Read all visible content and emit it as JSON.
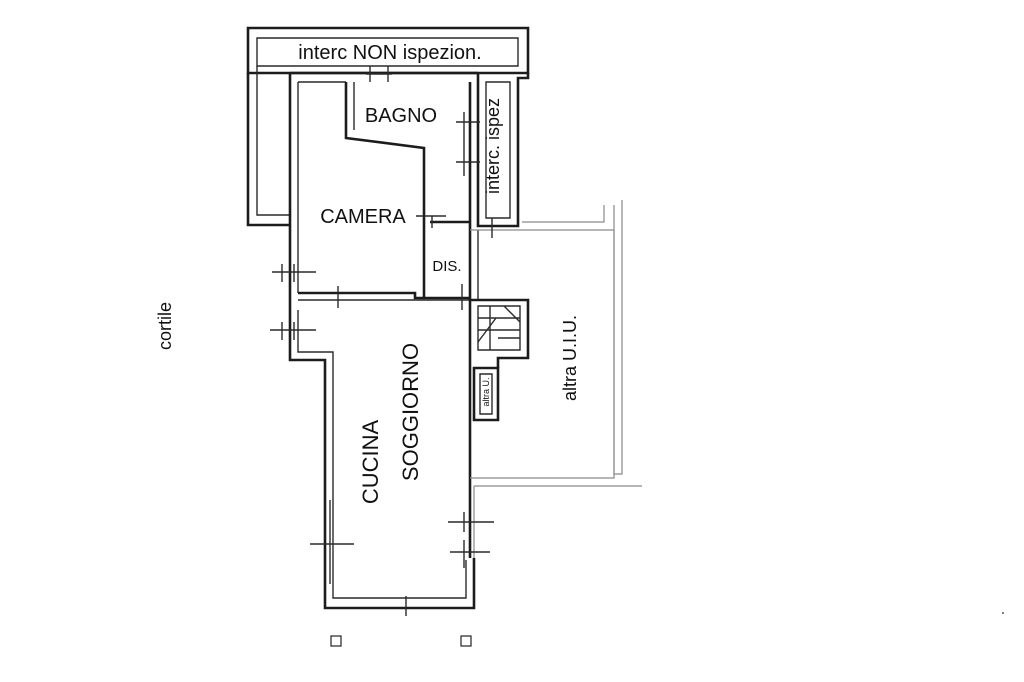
{
  "plan": {
    "outside_label": "cortile",
    "rooms": {
      "void_top": "interc NON ispezion.",
      "void_side": "interc. ispez",
      "bathroom": "BAGNO",
      "bedroom": "CAMERA",
      "hall": "DIS.",
      "kitchen": "CUCINA",
      "living": "SOGGIORNO",
      "other_unit_large": "altra U.I.U.",
      "other_unit_small": "altra U."
    }
  }
}
